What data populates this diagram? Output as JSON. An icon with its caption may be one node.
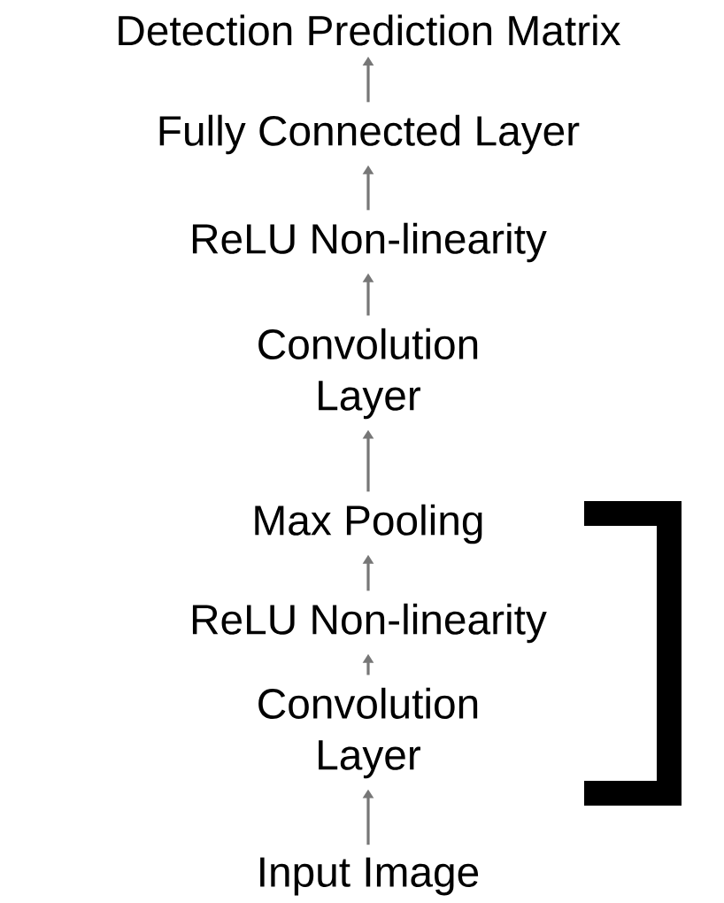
{
  "diagram": {
    "nodes": [
      {
        "text": [
          "Detection Prediction Matrix"
        ]
      },
      {
        "text": [
          "Fully Connected Layer"
        ]
      },
      {
        "text": [
          "ReLU Non-linearity"
        ]
      },
      {
        "text": [
          "Convolution Layer"
        ]
      },
      {
        "text": [
          "Max Pooling"
        ]
      },
      {
        "text": [
          "ReLU Non-linearity"
        ]
      },
      {
        "text": [
          "Convolution Layer"
        ]
      },
      {
        "text": [
          "Input Image"
        ]
      }
    ],
    "edges": [
      {
        "from": 1,
        "to": 0,
        "arrow": "to"
      },
      {
        "from": 2,
        "to": 1,
        "arrow": "to"
      },
      {
        "from": 3,
        "to": 2,
        "arrow": "to"
      },
      {
        "from": 4,
        "to": 3,
        "arrow": "to"
      },
      {
        "from": 5,
        "to": 4,
        "arrow": "to"
      },
      {
        "from": 6,
        "to": 5,
        "arrow": "to"
      },
      {
        "from": 7,
        "to": 6,
        "arrow": "to"
      }
    ]
  }
}
